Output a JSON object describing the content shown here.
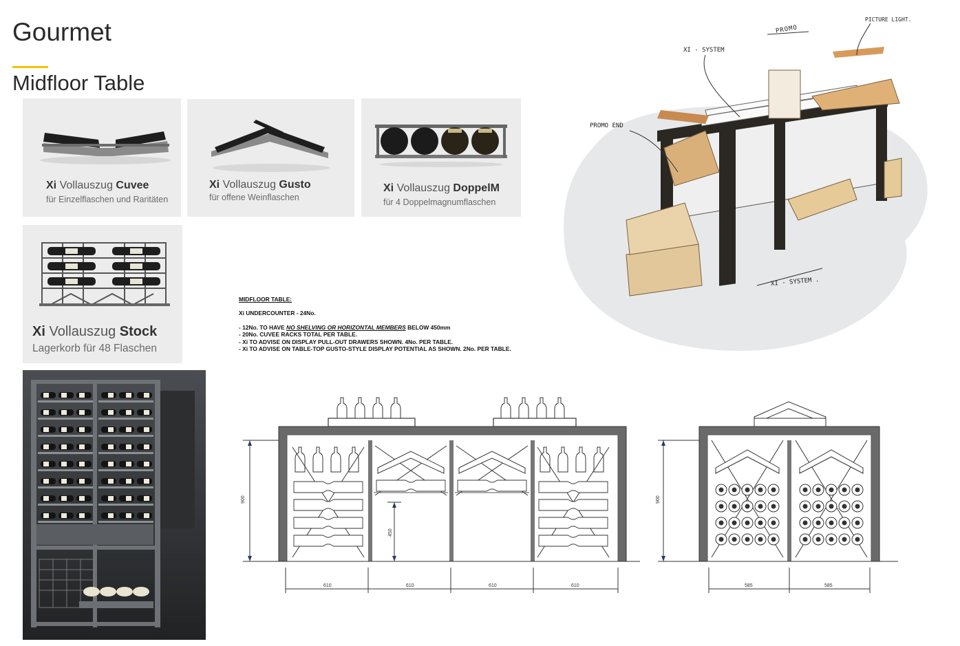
{
  "page": {
    "title": "Gourmet",
    "subtitle": "Midfloor Table",
    "accent_color": "#f2c200"
  },
  "products": [
    {
      "brand": "Xi",
      "name_prefix": "Vollauszug",
      "model": "Cuvee",
      "description": "für Einzelflaschen und Raritäten"
    },
    {
      "brand": "Xi",
      "name_prefix": "Vollauszug",
      "model": "Gusto",
      "description": "für offene Weinflaschen"
    },
    {
      "brand": "Xi",
      "name_prefix": "Vollauszug",
      "model": "DoppelM",
      "description": "für 4 Doppelmagnumflaschen"
    },
    {
      "brand": "Xi",
      "name_prefix": "Vollauszug",
      "model": "Stock",
      "description": "Lagerkorb für 48 Flaschen"
    }
  ],
  "notes": {
    "heading": "MIDFLOOR TABLE:",
    "undercounter": "Xi UNDERCOUNTER - 24No.",
    "line1_pre": "- 12No. TO HAVE ",
    "line1_em": "NO SHELVING OR HORIZONTAL MEMBERS",
    "line1_post": " BELOW 450mm",
    "line2": "- 20No. CUVEE RACKS TOTAL PER TABLE.",
    "line3": "- Xi TO ADVISE ON DISPLAY PULL-OUT DRAWERS SHOWN. 4No. PER TABLE.",
    "line4": "- Xi TO ADVISE ON TABLE-TOP GUSTO-STYLE DISPLAY POTENTIAL AS SHOWN. 2No. PER TABLE."
  },
  "sketch": {
    "annotations": [
      "PROMO",
      "PICTURE LIGHT.",
      "XI - SYSTEM",
      "PROMO END",
      "XI - SYSTEM ."
    ]
  },
  "drawing_front": {
    "height_label": "900",
    "inner_height_label": "450",
    "widths": [
      "610",
      "610",
      "610",
      "610"
    ]
  },
  "drawing_side": {
    "height_label": "900",
    "widths": [
      "585",
      "585"
    ]
  }
}
